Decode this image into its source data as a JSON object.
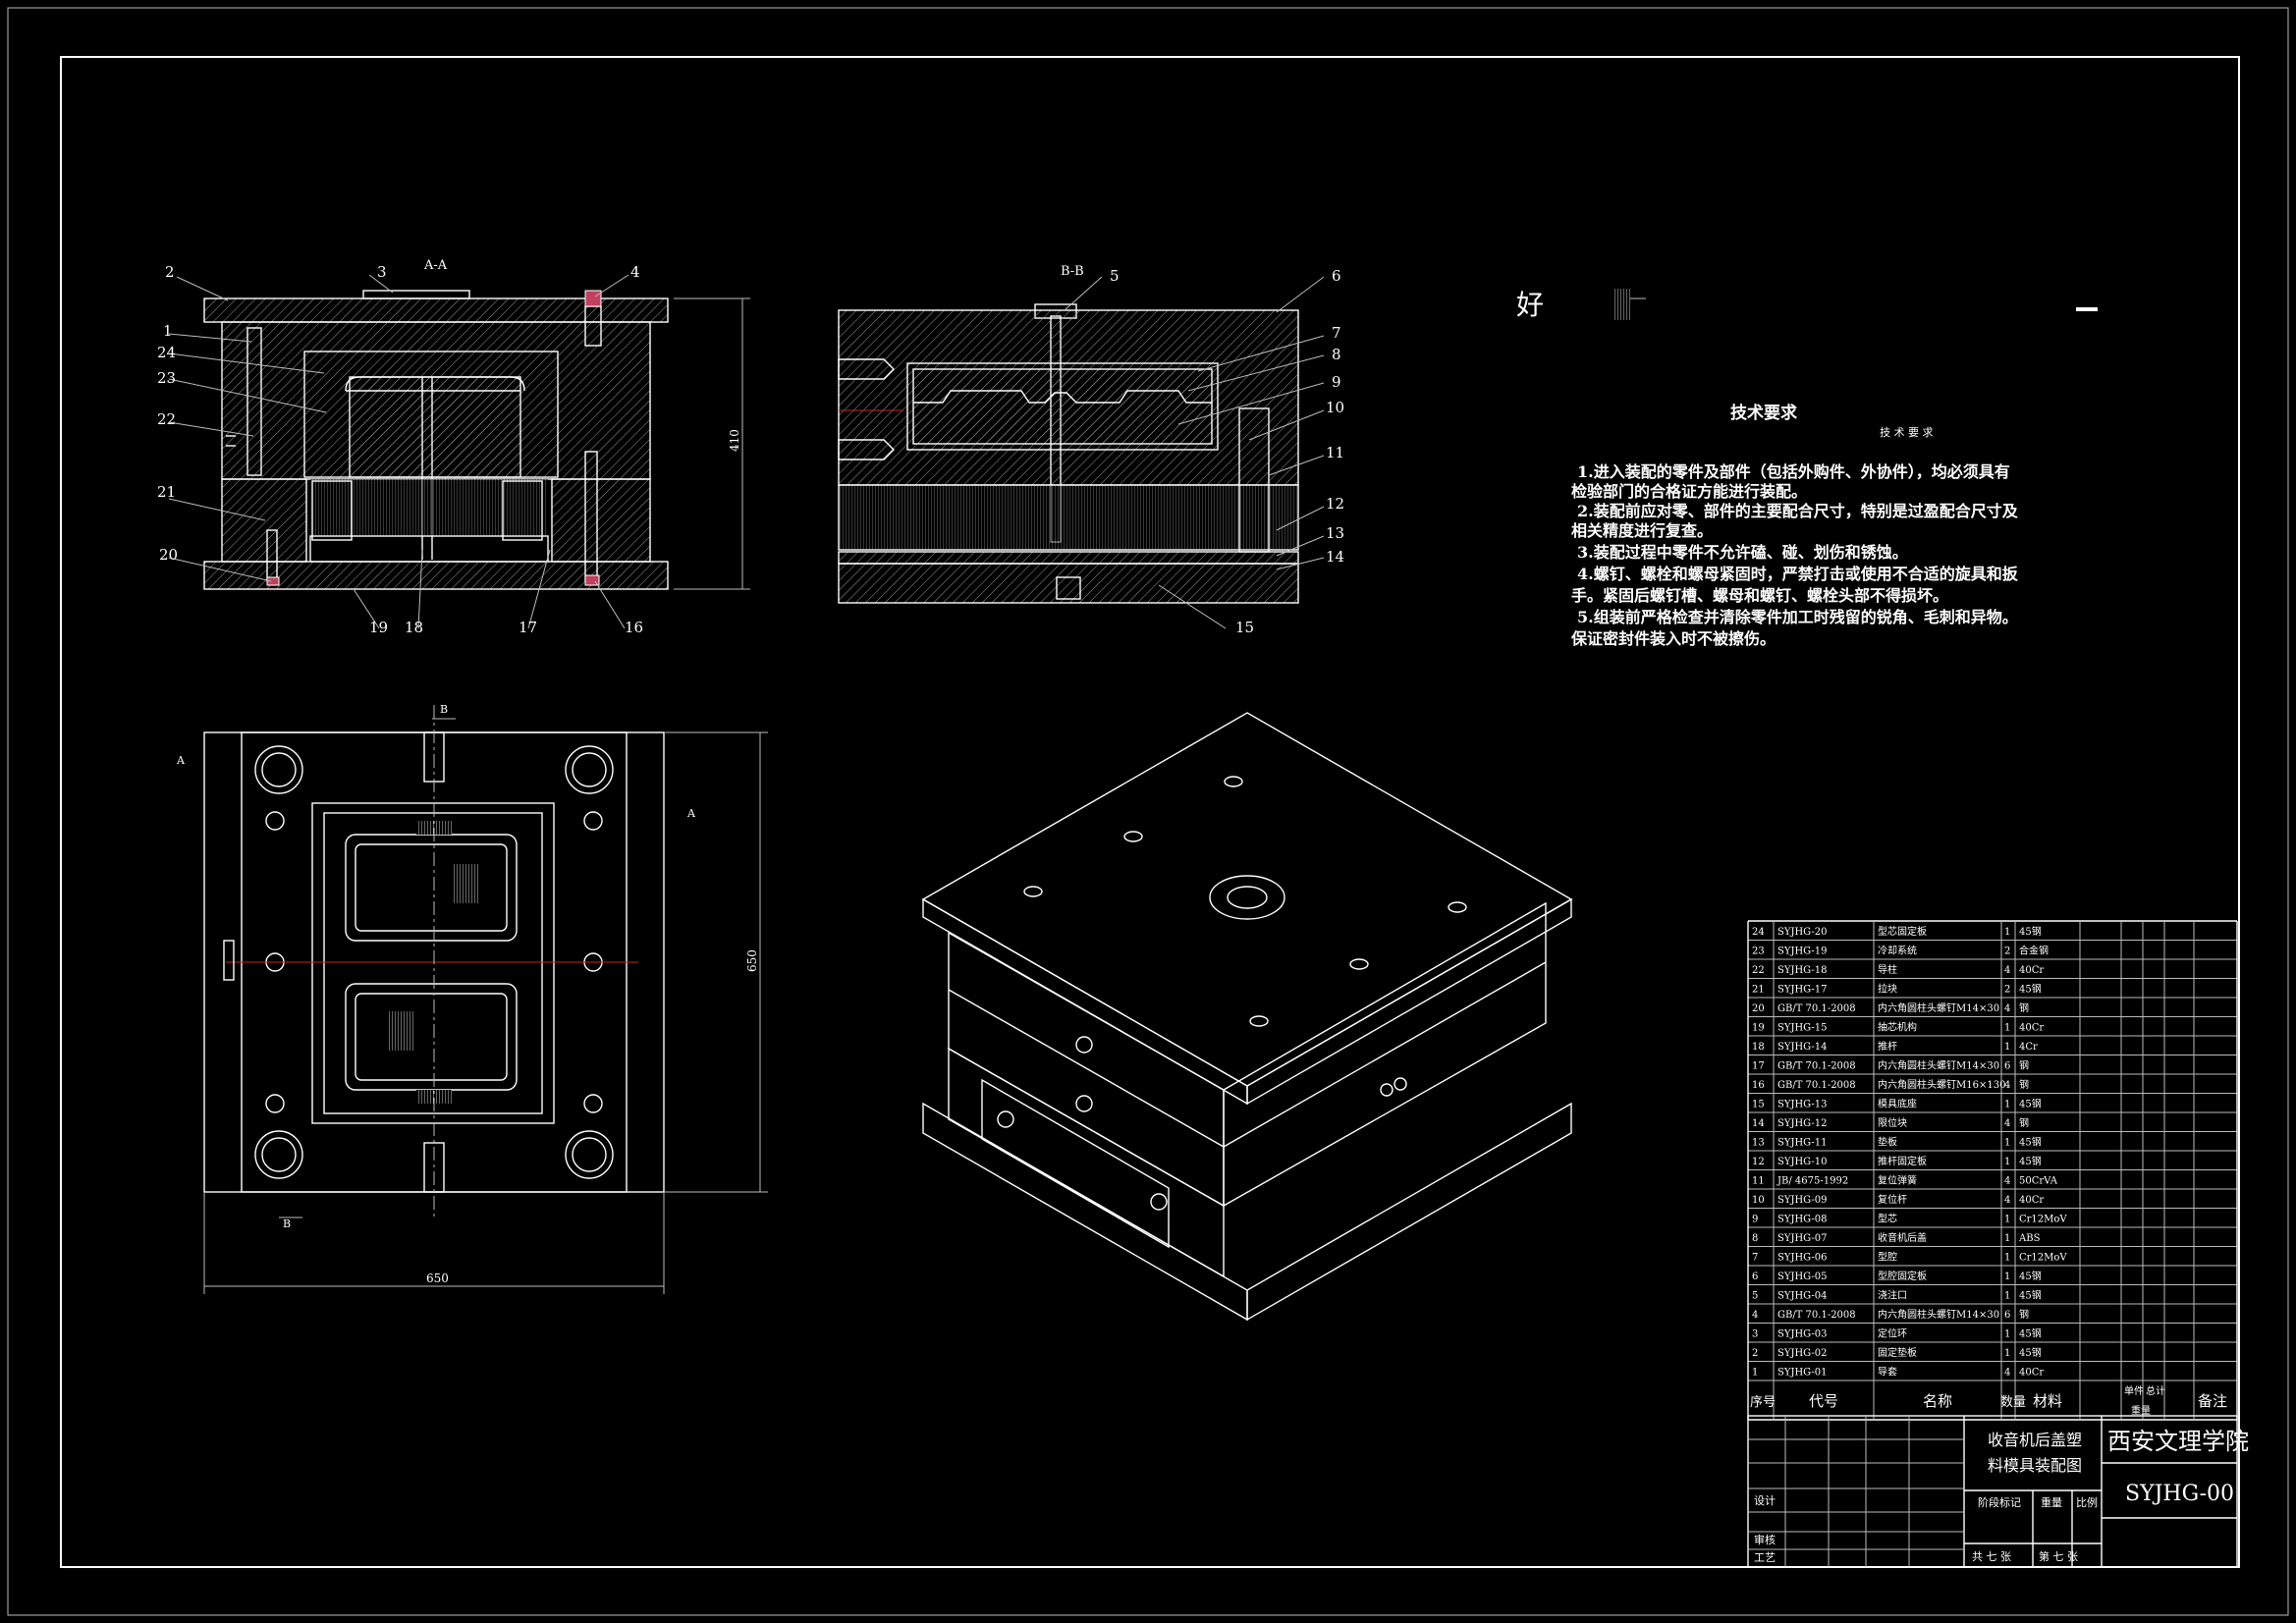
{
  "view_labels": {
    "section_a": "A-A",
    "section_b": "B-B",
    "cut_a": "A",
    "cut_b": "B"
  },
  "dimensions": {
    "height_410": "410",
    "width_650": "650",
    "height_650": "650"
  },
  "section_aa_callouts": [
    "2",
    "3",
    "4",
    "1",
    "24",
    "23",
    "22",
    "21",
    "20",
    "19",
    "18",
    "17",
    "16"
  ],
  "section_bb_callouts": [
    "5",
    "6",
    "7",
    "8",
    "9",
    "10",
    "11",
    "12",
    "13",
    "14",
    "15"
  ],
  "stray_marks": {
    "char_hao": "好"
  },
  "tech_requirements": {
    "title": "技术要求",
    "title_small": "技 术 要 求",
    "items": [
      "1.进入装配的零件及部件（包括外购件、外协件），均必须具有",
      "检验部门的合格证方能进行装配。",
      "2.装配前应对零、部件的主要配合尺寸，特别是过盈配合尺寸及",
      "相关精度进行复查。",
      "3.装配过程中零件不允许磕、碰、划伤和锈蚀。",
      "4.螺钉、螺栓和螺母紧固时，严禁打击或使用不合适的旋具和扳",
      "手。紧固后螺钉槽、螺母和螺钉、螺栓头部不得损坏。",
      "5.组装前严格检查并清除零件加工时残留的锐角、毛刺和异物。",
      "保证密封件装入时不被擦伤。"
    ]
  },
  "bom": {
    "rows": [
      [
        "24",
        "SYJHG-20",
        "型芯固定板",
        "1",
        "45钢"
      ],
      [
        "23",
        "SYJHG-19",
        "冷却系统",
        "2",
        "合金钢"
      ],
      [
        "22",
        "SYJHG-18",
        "导柱",
        "4",
        "40Cr"
      ],
      [
        "21",
        "SYJHG-17",
        "拉块",
        "2",
        "45钢"
      ],
      [
        "20",
        "GB/T 70.1-2008",
        "内六角圆柱头螺钉M14×30",
        "4",
        "钢"
      ],
      [
        "19",
        "SYJHG-15",
        "抽芯机构",
        "1",
        "40Cr"
      ],
      [
        "18",
        "SYJHG-14",
        "推杆",
        "1",
        "4Cr"
      ],
      [
        "17",
        "GB/T 70.1-2008",
        "内六角圆柱头螺钉M14×30",
        "6",
        "钢"
      ],
      [
        "16",
        "GB/T 70.1-2008",
        "内六角圆柱头螺钉M16×130",
        "4",
        "钢"
      ],
      [
        "15",
        "SYJHG-13",
        "模具底座",
        "1",
        "45钢"
      ],
      [
        "14",
        "SYJHG-12",
        "限位块",
        "4",
        "钢"
      ],
      [
        "13",
        "SYJHG-11",
        "垫板",
        "1",
        "45钢"
      ],
      [
        "12",
        "SYJHG-10",
        "推杆固定板",
        "1",
        "45钢"
      ],
      [
        "11",
        "JB/ 4675-1992",
        "复位弹簧",
        "4",
        "50CrVA"
      ],
      [
        "10",
        "SYJHG-09",
        "复位杆",
        "4",
        "40Cr"
      ],
      [
        "9",
        "SYJHG-08",
        "型芯",
        "1",
        "Cr12MoV"
      ],
      [
        "8",
        "SYJHG-07",
        "收音机后盖",
        "1",
        "ABS"
      ],
      [
        "7",
        "SYJHG-06",
        "型腔",
        "1",
        "Cr12MoV"
      ],
      [
        "6",
        "SYJHG-05",
        "型腔固定板",
        "1",
        "45钢"
      ],
      [
        "5",
        "SYJHG-04",
        "浇注口",
        "1",
        "45钢"
      ],
      [
        "4",
        "GB/T 70.1-2008",
        "内六角圆柱头螺钉M14×30",
        "6",
        "钢"
      ],
      [
        "3",
        "SYJHG-03",
        "定位环",
        "1",
        "45钢"
      ],
      [
        "2",
        "SYJHG-02",
        "固定垫板",
        "1",
        "45钢"
      ],
      [
        "1",
        "SYJHG-01",
        "导套",
        "4",
        "40Cr"
      ]
    ],
    "header": {
      "seq": "序号",
      "code": "代号",
      "name": "名称",
      "qty": "数量",
      "material": "材料",
      "unit": "单件",
      "total": "总计",
      "weight": "重量",
      "remark": "备注"
    }
  },
  "title_block": {
    "drawing_name_1": "收音机后盖塑",
    "drawing_name_2": "料模具装配图",
    "school": "西安文理学院",
    "drawing_no": "SYJHG-00",
    "design": "设计",
    "review": "审核",
    "process": "工艺",
    "stage": "阶段标记",
    "weight": "重量",
    "scale": "比例",
    "sheets": "共 七 张",
    "sheet_no": "第 七 张"
  }
}
